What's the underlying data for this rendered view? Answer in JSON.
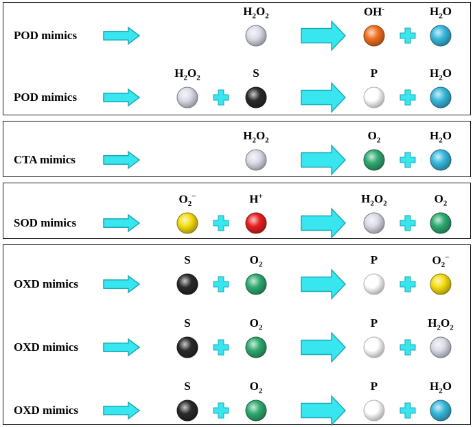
{
  "colors": {
    "arrow": "#38e6f0",
    "arrow_stroke": "#1aa8b4",
    "plus": "#38e6f0",
    "H2O2": "#d9dbe6",
    "S": "#2a2a2a",
    "P": "#ffffff",
    "OH": "#f07020",
    "H2O": "#38b8dc",
    "O2": "#2faa70",
    "Hplus": "#e82020",
    "O2minus": "#f5dc10"
  },
  "species": {
    "H2O2": {
      "text": "H",
      "sub1": "2",
      "mid": "O",
      "sub2": "2"
    },
    "S": {
      "text": "S"
    },
    "P": {
      "text": "P"
    },
    "OH": {
      "text": "OH",
      "sup": "-"
    },
    "H2O": {
      "text": "H",
      "sub1": "2",
      "mid": "O"
    },
    "O2": {
      "text": "O",
      "sub1": "2"
    },
    "Hplus": {
      "text": "H",
      "sup": "+"
    },
    "O2minus": {
      "text": "O",
      "sub1": "2",
      "sup": "−"
    }
  },
  "rows": [
    {
      "label": "POD mimics",
      "reactants": [
        "H2O2"
      ],
      "products": [
        "OH",
        "H2O"
      ]
    },
    {
      "label": "POD mimics",
      "reactants": [
        "H2O2",
        "S"
      ],
      "products": [
        "P",
        "H2O"
      ]
    },
    {
      "label": "CTA mimics",
      "reactants": [
        "H2O2"
      ],
      "products": [
        "O2",
        "H2O"
      ]
    },
    {
      "label": "SOD mimics",
      "reactants": [
        "O2minus",
        "Hplus"
      ],
      "products": [
        "H2O2",
        "O2"
      ]
    },
    {
      "label": "OXD mimics",
      "reactants": [
        "S",
        "O2"
      ],
      "products": [
        "P",
        "O2minus"
      ]
    },
    {
      "label": "OXD mimics",
      "reactants": [
        "S",
        "O2"
      ],
      "products": [
        "P",
        "H2O2"
      ]
    },
    {
      "label": "OXD mimics",
      "reactants": [
        "S",
        "O2"
      ],
      "products": [
        "P",
        "H2O"
      ]
    }
  ]
}
